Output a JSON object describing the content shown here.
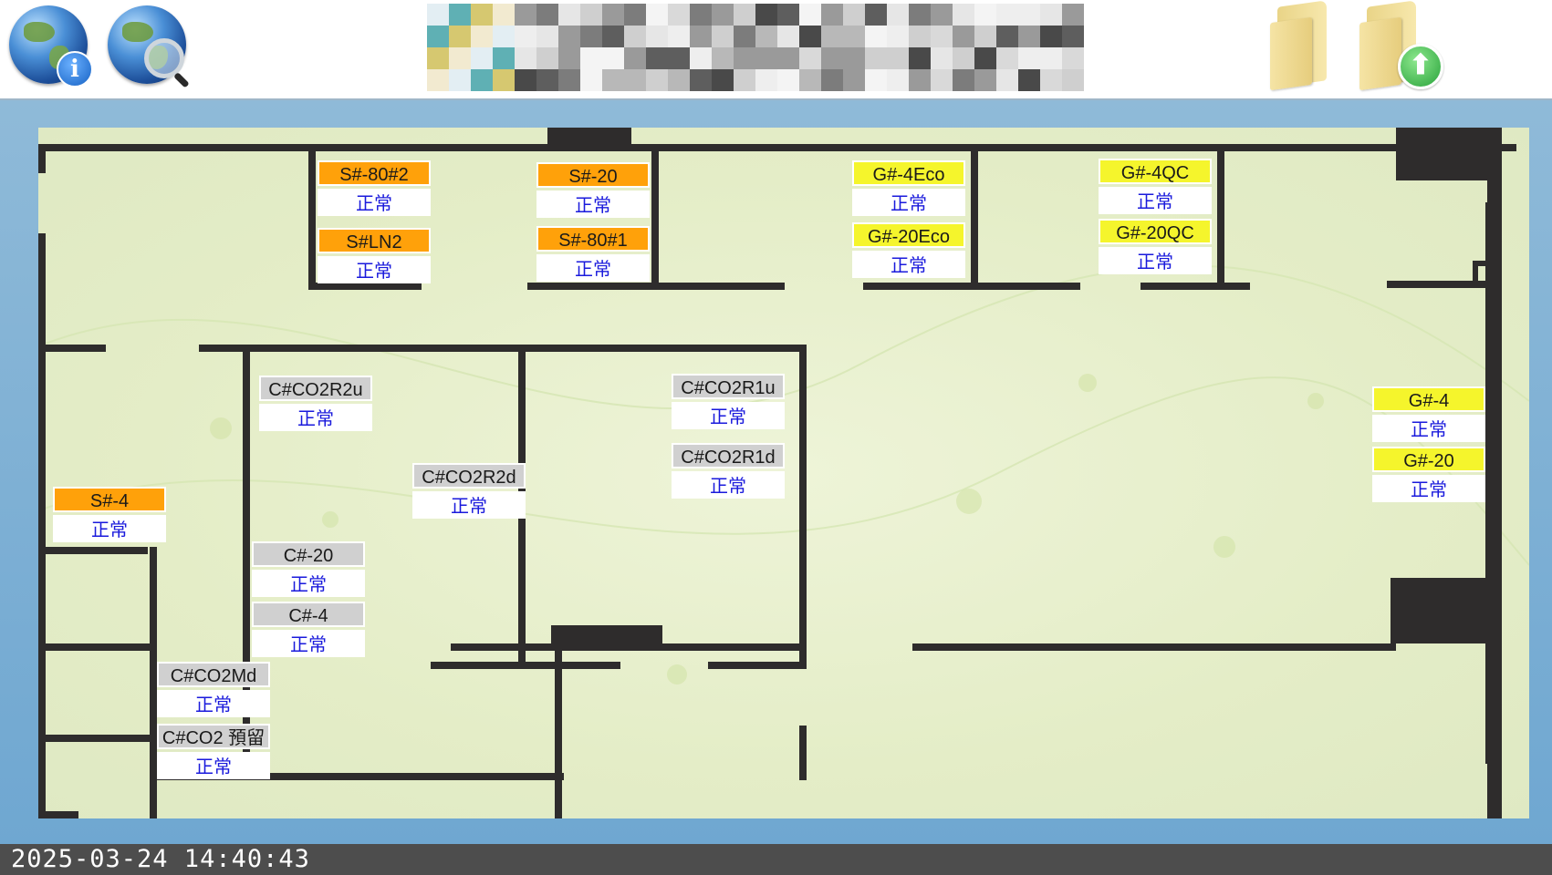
{
  "toolbar": {
    "icons": [
      "globe-info-icon",
      "globe-search-icon",
      "folder-icon",
      "folder-up-icon"
    ],
    "info_glyph": "i",
    "up_glyph": "⬆"
  },
  "colors": {
    "orange": "#ffa10a",
    "yellow": "#f5f52c",
    "gray": "#d0d0d0",
    "status_text": "#1a1adc",
    "wall": "#2e2c2c",
    "status_bar": "#4d4d4d"
  },
  "sensors": [
    {
      "name": "S#-80#2",
      "status": "正常",
      "color": "orange"
    },
    {
      "name": "S#LN2",
      "status": "正常",
      "color": "orange"
    },
    {
      "name": "S#-20",
      "status": "正常",
      "color": "orange"
    },
    {
      "name": "S#-80#1",
      "status": "正常",
      "color": "orange"
    },
    {
      "name": "G#-4Eco",
      "status": "正常",
      "color": "yellow"
    },
    {
      "name": "G#-20Eco",
      "status": "正常",
      "color": "yellow"
    },
    {
      "name": "G#-4QC",
      "status": "正常",
      "color": "yellow"
    },
    {
      "name": "G#-20QC",
      "status": "正常",
      "color": "yellow"
    },
    {
      "name": "C#CO2R2u",
      "status": "正常",
      "color": "gray"
    },
    {
      "name": "C#CO2R1u",
      "status": "正常",
      "color": "gray"
    },
    {
      "name": "C#CO2R1d",
      "status": "正常",
      "color": "gray"
    },
    {
      "name": "C#CO2R2d",
      "status": "正常",
      "color": "gray"
    },
    {
      "name": "S#-4",
      "status": "正常",
      "color": "orange"
    },
    {
      "name": "C#-20",
      "status": "正常",
      "color": "gray"
    },
    {
      "name": "C#-4",
      "status": "正常",
      "color": "gray"
    },
    {
      "name": "C#CO2Md",
      "status": "正常",
      "color": "gray"
    },
    {
      "name": "C#CO2 預留",
      "status": "正常",
      "color": "gray"
    },
    {
      "name": "G#-4",
      "status": "正常",
      "color": "yellow"
    },
    {
      "name": "G#-20",
      "status": "正常",
      "color": "yellow"
    }
  ],
  "statusbar": {
    "timestamp": "2025-03-24 14:40:43"
  }
}
